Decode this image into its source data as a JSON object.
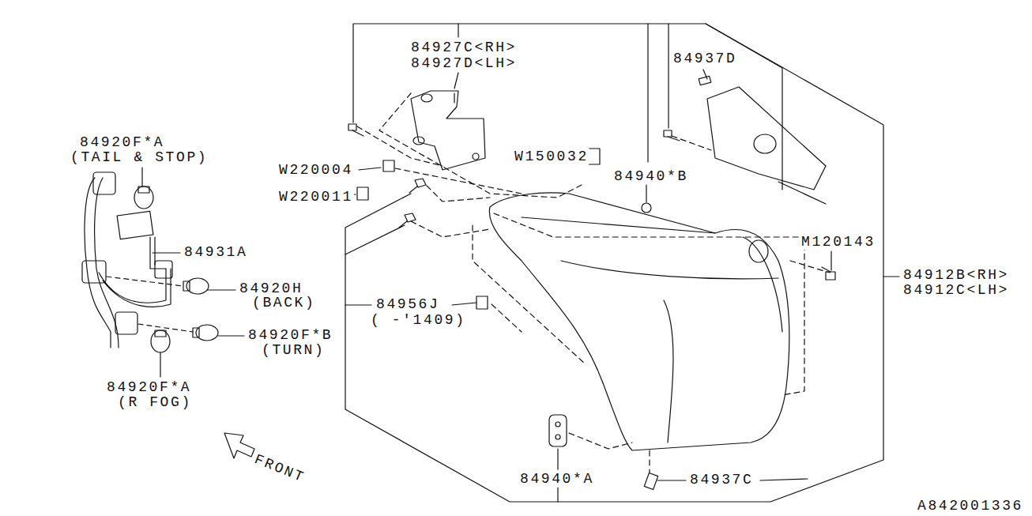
{
  "diagram": {
    "labels": [
      "84927C<RH>",
      "84927D<LH>",
      "84937D",
      "84920F*A",
      "(TAIL & STOP)",
      "W220004",
      "W150032",
      "84940*B",
      "W220011",
      "84931A",
      "M120143",
      "84912B<RH>",
      "84912C<LH>",
      "84920H",
      "(BACK)",
      "84956J",
      "( -'1409)",
      "84920F*B",
      "(TURN)",
      "84920F*A",
      "(R FOG)",
      "FRONT",
      "84940*A",
      "84937C",
      "A842001336"
    ]
  }
}
